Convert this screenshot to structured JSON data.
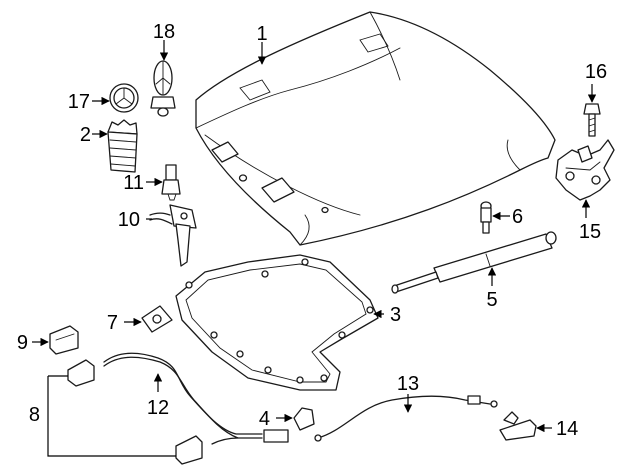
{
  "parts": [
    {
      "id": "hood",
      "number": "1"
    },
    {
      "id": "hood-latch-2",
      "number": "2"
    },
    {
      "id": "insulator",
      "number": "3"
    },
    {
      "id": "clip-4",
      "number": "4"
    },
    {
      "id": "support-strut",
      "number": "5"
    },
    {
      "id": "ball-stud-6",
      "number": "6"
    },
    {
      "id": "bumper-7",
      "number": "7"
    },
    {
      "id": "release-handle-8",
      "number": "8"
    },
    {
      "id": "cable-clip-9",
      "number": "9"
    },
    {
      "id": "striker-bracket-10",
      "number": "10"
    },
    {
      "id": "bumper-stop-11",
      "number": "11"
    },
    {
      "id": "release-cable-12",
      "number": "12"
    },
    {
      "id": "release-cable-13",
      "number": "13"
    },
    {
      "id": "lock-14",
      "number": "14"
    },
    {
      "id": "hinge-15",
      "number": "15"
    },
    {
      "id": "bolt-16",
      "number": "16"
    },
    {
      "id": "emblem-17",
      "number": "17"
    },
    {
      "id": "ornament-18",
      "number": "18"
    }
  ]
}
